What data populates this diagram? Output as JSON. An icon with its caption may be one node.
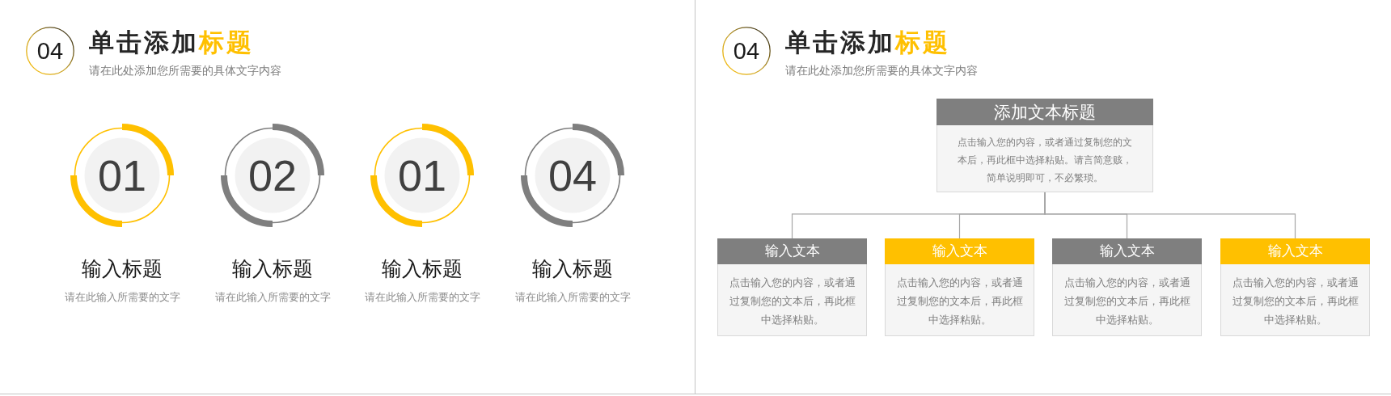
{
  "diagram": {
    "nodes": [
      {
        "text": [
          "04"
        ],
        "beside": [
          "单击添加标题",
          "请在此处添加您所需要的具体文字内容"
        ]
      },
      {
        "text": [
          "01"
        ],
        "beside": [
          "输入标题",
          "请在此输入所需要的文字"
        ]
      },
      {
        "text": [
          "02"
        ],
        "beside": [
          "输入标题",
          "请在此输入所需要的文字"
        ]
      },
      {
        "text": [
          "01"
        ],
        "beside": [
          "输入标题",
          "请在此输入所需要的文字"
        ]
      },
      {
        "text": [
          "04"
        ],
        "beside": [
          "输入标题",
          "请在此输入所需要的文字"
        ]
      },
      {
        "text": [
          "04"
        ],
        "beside": [
          "单击添加标题",
          "请在此处添加您所需要的具体文字内容"
        ]
      },
      {
        "text": [
          "添加文本标题",
          "点击输入您的内容，或者通过复制您的文本后，再此框中选择粘贴。请言简意赅，简单说明即可，不必繁琐。"
        ]
      },
      {
        "text": [
          "输入文本",
          "点击输入您的内容，或者通过复制您的文本后，再此框中选择粘贴。"
        ]
      },
      {
        "text": [
          "输入文本",
          "点击输入您的内容，或者通过复制您的文本后，再此框中选择粘贴。"
        ]
      },
      {
        "text": [
          "输入文本",
          "点击输入您的内容，或者通过复制您的文本后，再此框中选择粘贴。"
        ]
      },
      {
        "text": [
          "输入文本",
          "点击输入您的内容，或者通过复制您的文本后，再此框中选择粘贴。"
        ]
      }
    ],
    "edges": [
      {
        "from": 6,
        "to": 7,
        "arrow": "none"
      },
      {
        "from": 6,
        "to": 8,
        "arrow": "none"
      },
      {
        "from": 6,
        "to": 9,
        "arrow": "none"
      },
      {
        "from": 6,
        "to": 10,
        "arrow": "none"
      }
    ]
  }
}
